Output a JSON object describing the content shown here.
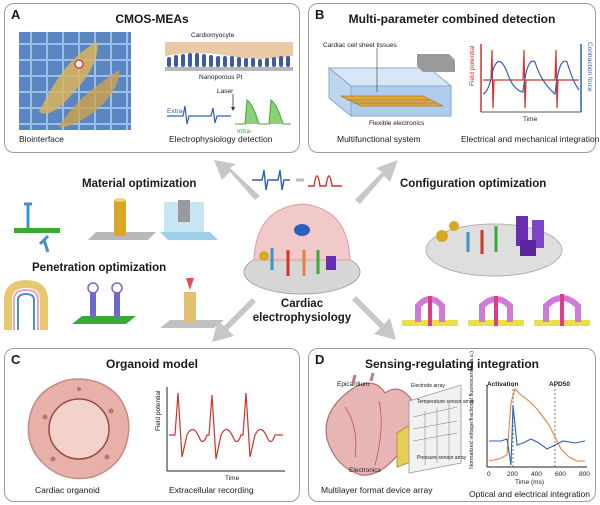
{
  "panel_a": {
    "label": "A",
    "title": "CMOS-MEAs",
    "cardiomyocyte": "Cardiomyocyte",
    "nanoporous": "Nanoporous Pt",
    "laser": "Laser",
    "extra": "Extra-",
    "intra": "Intra-",
    "caption_left": "Biointerface",
    "caption_right": "Electrophysiology detection"
  },
  "panel_b": {
    "label": "B",
    "title": "Multi-parameter combined detection",
    "cell_sheet": "Cardiac cell sheet tissues",
    "flex": "Flexible electronics",
    "y_left": "Field potential",
    "y_right": "Contraction force",
    "x_label": "Time",
    "caption_left": "Multifunctional system",
    "caption_right": "Electrical and mechanical integration"
  },
  "center": {
    "material": "Material optimization",
    "penetration": "Penetration optimization",
    "configuration": "Configuration optimization",
    "hub_line1": "Cardiac",
    "hub_line2": "electrophysiology"
  },
  "panel_c": {
    "label": "C",
    "title": "Organoid model",
    "y_label": "Field potential",
    "x_label": "Time",
    "caption_left": "Cardiac organoid",
    "caption_right": "Extracellular recording"
  },
  "panel_d": {
    "label": "D",
    "title": "Sensing-regulating integration",
    "epicardium": "Epicardium",
    "electronics": "Electronics",
    "electrode_array": "Electrode array",
    "temp_array": "Temperature sensor array",
    "pressure_array": "Pressure sensor array",
    "activation": "Activation",
    "apd": "APD50",
    "y_label": "Normalized voltage/fractional fluorescence (a.u.)",
    "x_label": "Time (ms)",
    "x_ticks": [
      "0",
      "200",
      "400",
      "600",
      "800"
    ],
    "caption_left": "Multilayer format device array",
    "caption_right": "Optical and electrical integration"
  },
  "colors": {
    "panel_border": "#9c9c9c",
    "blue_trace": "#2f5fbf",
    "red_trace": "#d8312a",
    "orange_trace": "#e8803a",
    "green_substrate": "#3aa935",
    "gold": "#d8a723",
    "purple": "#6a2fb0",
    "dish": "#cfcfcf",
    "heart_pink": "#e8b5b5"
  }
}
